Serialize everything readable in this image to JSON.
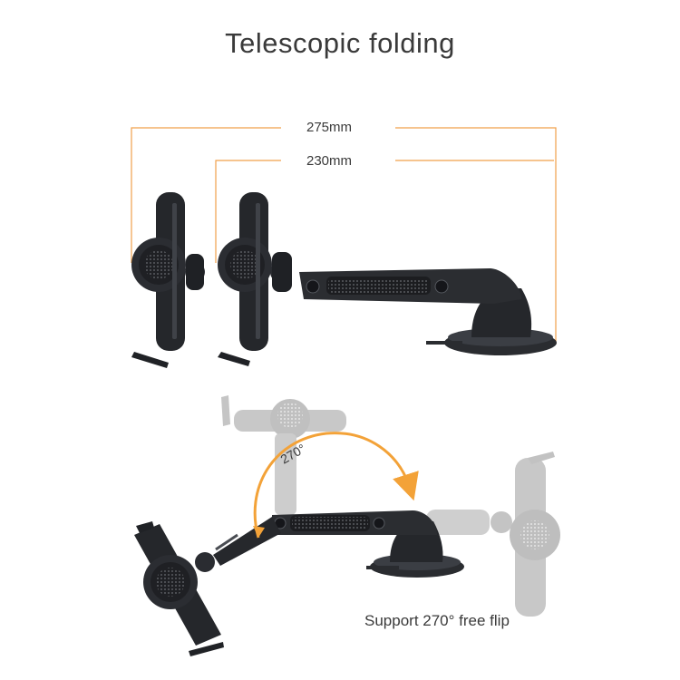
{
  "title": "Telescopic folding",
  "dimensions": {
    "extended": "275mm",
    "retracted": "230mm"
  },
  "flip": {
    "angle_label": "270°",
    "caption": "Support 270° free flip"
  },
  "colors": {
    "dimension_line": "#f0a04b",
    "arc_arrow": "#f3a238",
    "text": "#3a3a3a",
    "mount_dark": "#1e2024",
    "mount_ghost": "#c6c6c6"
  }
}
